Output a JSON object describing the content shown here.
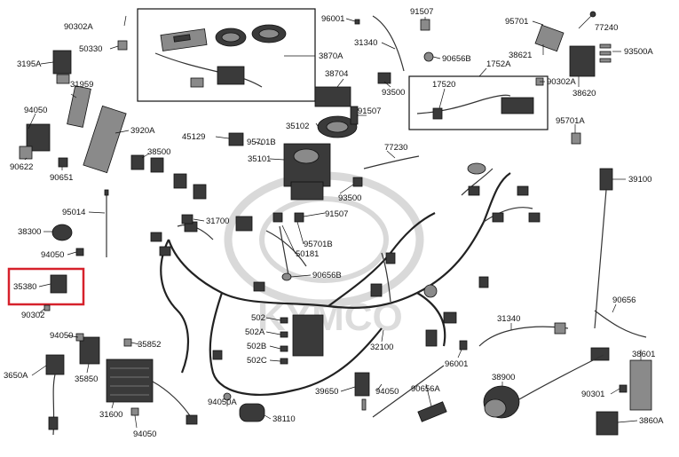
{
  "brand_watermark": "KYMCO",
  "colors": {
    "highlight": "#d6212b",
    "ink": "#111111",
    "watermark": "#d9d9d9"
  },
  "labels": {
    "l90302A_top": "90302A",
    "l50330": "50330",
    "l3195A": "3195A",
    "l31959": "31959",
    "l94050_left": "94050",
    "l90622": "90622",
    "l90651": "90651",
    "l3920A": "3920A",
    "l38500": "38500",
    "l45129": "45129",
    "l3870A": "3870A",
    "l38704": "38704",
    "l96001_top": "96001",
    "l31340_top": "31340",
    "l91507_top": "91507",
    "l90656B_top": "90656B",
    "l93500_top": "93500",
    "l1752A": "1752A",
    "l17520": "17520",
    "l95701_top": "95701",
    "l77240": "77240",
    "l38621": "38621",
    "l93500A": "93500A",
    "l90302A_right": "90302A",
    "l38620": "38620",
    "l95701A": "95701A",
    "l35102": "35102",
    "l91507_mid": "91507",
    "l95701B_mid": "95701B",
    "l35101": "35101",
    "l77230": "77230",
    "l93500_mid": "93500",
    "l31700": "31700",
    "l91507_low": "91507",
    "l95701B_low": "95701B",
    "l50181": "50181",
    "l90656B_low": "90656B",
    "l95014": "95014",
    "l38300": "38300",
    "l94050_mid": "94050",
    "l35380": "35380",
    "l90302": "90302",
    "l39100": "39100",
    "l502": "502",
    "l502A": "502A",
    "l502B": "502B",
    "l502C": "502C",
    "l32100": "32100",
    "l31340_low": "31340",
    "l96001_low": "96001",
    "l90656": "90656",
    "l38601": "38601",
    "l94050_bl": "94050",
    "l35852": "35852",
    "l3650A": "3650A",
    "l35850": "35850",
    "l31600": "31600",
    "l94050_bot": "94050",
    "l94050A": "94050A",
    "l38110": "38110",
    "l39650": "39650",
    "l94050_c": "94050",
    "l90656A": "90656A",
    "l38900": "38900",
    "l90301": "90301",
    "l3860A": "3860A"
  }
}
